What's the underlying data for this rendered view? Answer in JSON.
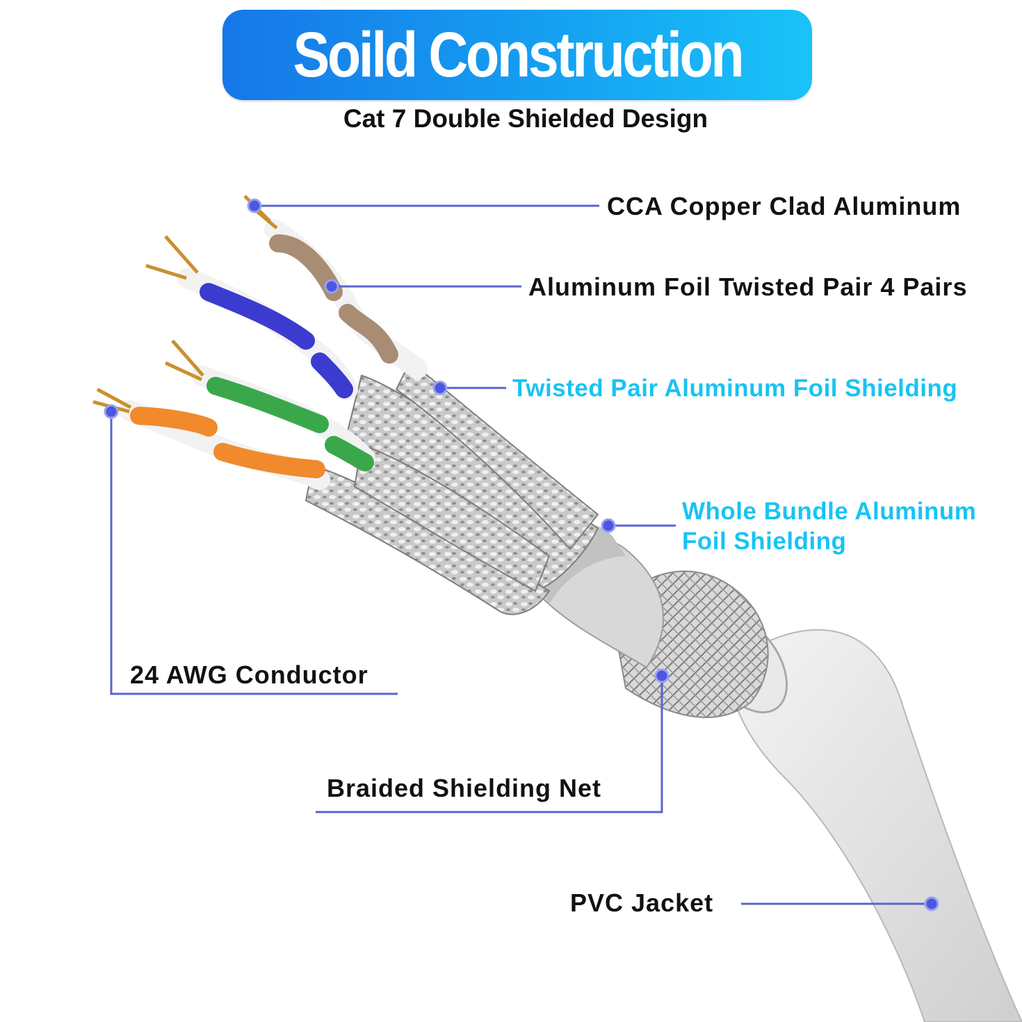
{
  "header": {
    "title": "Soild Construction",
    "subtitle": "Cat 7 Double Shielded Design"
  },
  "labels": {
    "cca": "CCA Copper Clad Aluminum",
    "twisted_pairs": "Aluminum Foil Twisted Pair 4 Pairs",
    "pair_shielding": "Twisted Pair Aluminum Foil Shielding",
    "bundle_line1": "Whole Bundle Aluminum",
    "bundle_line2": "Foil Shielding",
    "awg": "24 AWG Conductor",
    "braided": "Braided Shielding Net",
    "jacket": "PVC Jacket"
  },
  "colors": {
    "banner_start": "#1677e8",
    "banner_end": "#19c3f8",
    "leader_line": "#5b63d0",
    "leader_dot": "#4b57e0",
    "highlight_text": "#19c3f3",
    "pair_orange": "#f08a2c",
    "pair_green": "#3aa84a",
    "pair_blue": "#3b3bd0",
    "pair_brown": "#a88c74",
    "copper": "#c9902e"
  }
}
